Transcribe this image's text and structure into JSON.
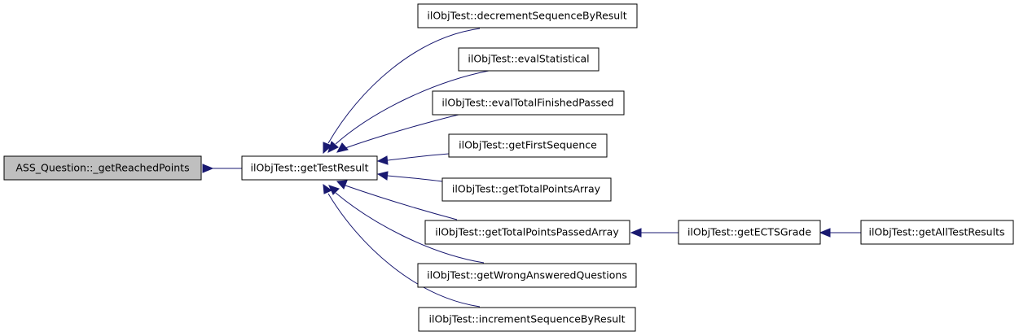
{
  "colors": {
    "edge": "#191970",
    "root_fill": "#bfbfbf",
    "node_fill": "#ffffff",
    "node_border": "#000000"
  },
  "nodes": {
    "root": "ASS_Question::_getReachedPoints",
    "getTestResult": "ilObjTest::getTestResult",
    "decrementSequenceByResult": "ilObjTest::decrementSequenceByResult",
    "evalStatistical": "ilObjTest::evalStatistical",
    "evalTotalFinishedPassed": "ilObjTest::evalTotalFinishedPassed",
    "getFirstSequence": "ilObjTest::getFirstSequence",
    "getTotalPointsArray": "ilObjTest::getTotalPointsArray",
    "getTotalPointsPassedArray": "ilObjTest::getTotalPointsPassedArray",
    "getWrongAnsweredQuestions": "ilObjTest::getWrongAnsweredQuestions",
    "incrementSequenceByResult": "ilObjTest::incrementSequenceByResult",
    "getECTSGrade": "ilObjTest::getECTSGrade",
    "getAllTestResults": "ilObjTest::getAllTestResults"
  },
  "edges": [
    {
      "from": "getTestResult",
      "to": "root"
    },
    {
      "from": "decrementSequenceByResult",
      "to": "getTestResult"
    },
    {
      "from": "evalStatistical",
      "to": "getTestResult"
    },
    {
      "from": "evalTotalFinishedPassed",
      "to": "getTestResult"
    },
    {
      "from": "getFirstSequence",
      "to": "getTestResult"
    },
    {
      "from": "getTotalPointsArray",
      "to": "getTestResult"
    },
    {
      "from": "getTotalPointsPassedArray",
      "to": "getTestResult"
    },
    {
      "from": "getWrongAnsweredQuestions",
      "to": "getTestResult"
    },
    {
      "from": "incrementSequenceByResult",
      "to": "getTestResult"
    },
    {
      "from": "getECTSGrade",
      "to": "getTotalPointsPassedArray"
    },
    {
      "from": "getAllTestResults",
      "to": "getECTSGrade"
    }
  ]
}
